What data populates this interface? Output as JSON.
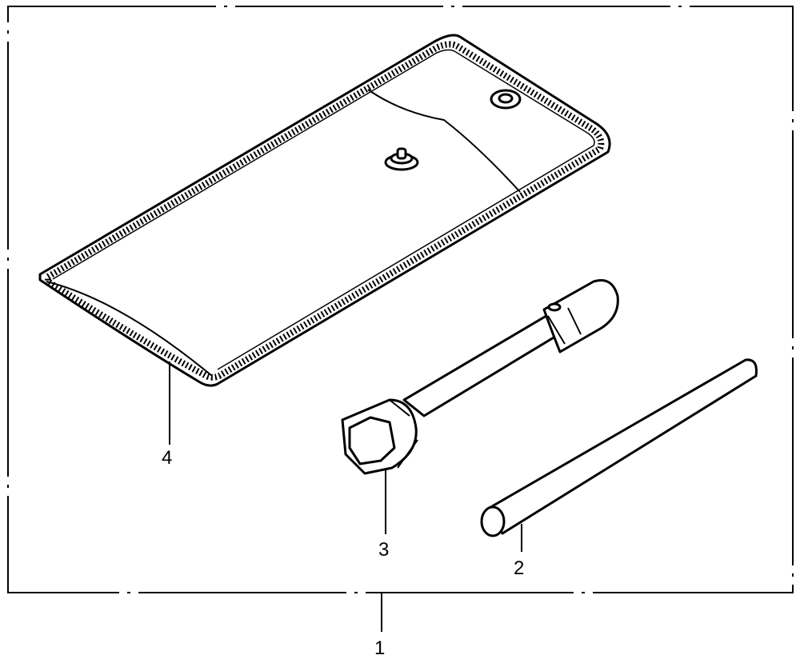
{
  "diagram": {
    "kind": "exploded parts illustration",
    "line_color": "#000000",
    "background_color": "#ffffff",
    "callouts": {
      "kit": "1",
      "bar": "2",
      "wrench": "3",
      "pouch": "4"
    }
  }
}
